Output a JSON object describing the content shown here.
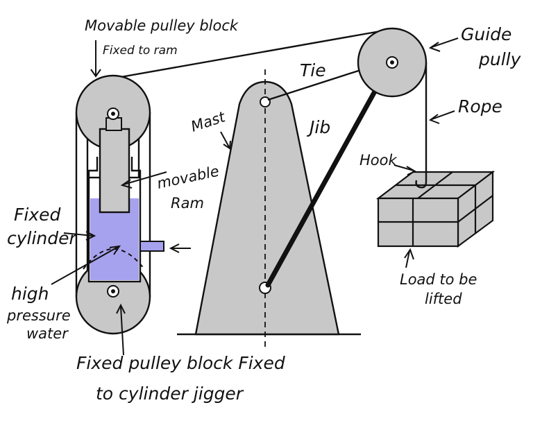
{
  "labels": {
    "movable_block_line1": "Movable pulley block",
    "movable_block_line2": "Fixed to ram",
    "guide_line1": "Guide",
    "guide_line2": "pully",
    "tie": "Tie",
    "rope": "Rope",
    "mast": "Mast",
    "jib": "Jib",
    "hook": "Hook",
    "movable_ram_line1": "movable",
    "movable_ram_line2": "Ram",
    "fixed_cylinder_line1": "Fixed",
    "fixed_cylinder_line2": "cylinder",
    "hp_water_line1": "high",
    "hp_water_line2": "pressure",
    "hp_water_line3": "water",
    "load_line1": "Load to be",
    "load_line2": "lifted",
    "fixed_block_line1": "Fixed pulley block Fixed",
    "fixed_block_line2": "to cylinder jigger"
  },
  "colors": {
    "outline": "#111111",
    "gray_fill": "#c8c8c8",
    "water": "#a7a2ee",
    "background": "#ffffff"
  }
}
